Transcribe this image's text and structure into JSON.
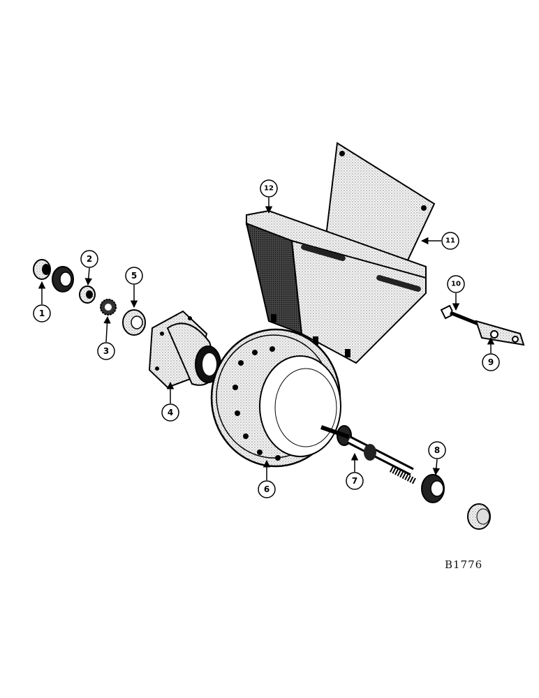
{
  "figure_code": "B1776",
  "callouts": [
    {
      "id": "1",
      "label": "1"
    },
    {
      "id": "2",
      "label": "2"
    },
    {
      "id": "3",
      "label": "3"
    },
    {
      "id": "4",
      "label": "4"
    },
    {
      "id": "5",
      "label": "5"
    },
    {
      "id": "6",
      "label": "6"
    },
    {
      "id": "7",
      "label": "7"
    },
    {
      "id": "8",
      "label": "8"
    },
    {
      "id": "9",
      "label": "9"
    },
    {
      "id": "10",
      "label": "10"
    },
    {
      "id": "11",
      "label": "11"
    },
    {
      "id": "12",
      "label": "12"
    }
  ]
}
